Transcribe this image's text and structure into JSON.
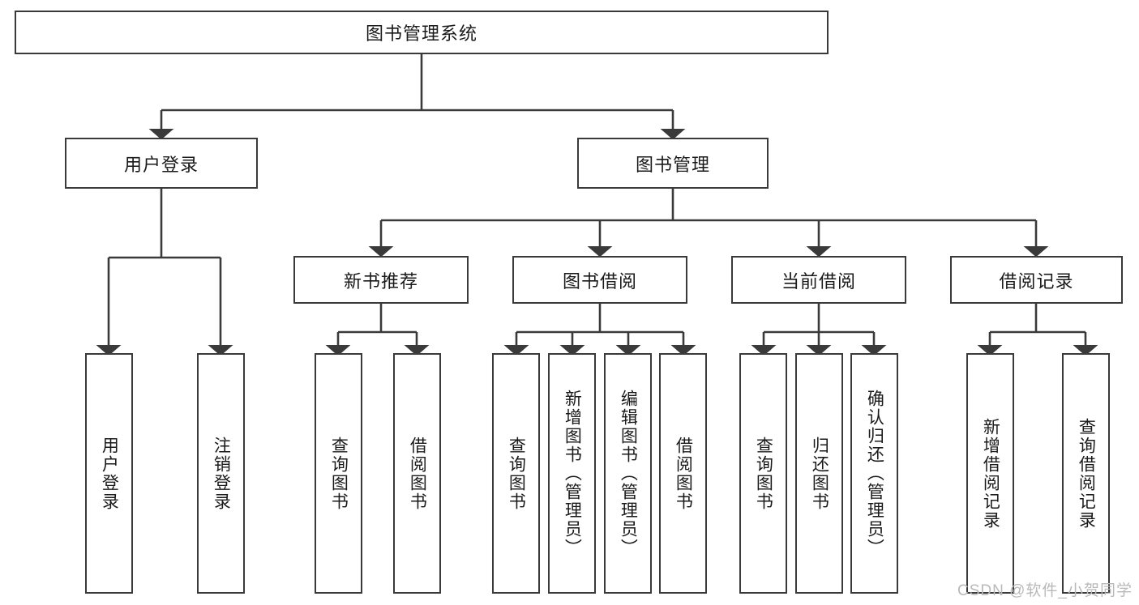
{
  "diagram": {
    "title": "图书管理系统",
    "type": "tree-hierarchy-diagram",
    "root": {
      "label": "图书管理系统"
    },
    "level2": [
      {
        "label": "用户登录"
      },
      {
        "label": "图书管理"
      }
    ],
    "level3": [
      {
        "label": "新书推荐"
      },
      {
        "label": "图书借阅"
      },
      {
        "label": "当前借阅"
      },
      {
        "label": "借阅记录"
      }
    ],
    "leaves": {
      "user_login": [
        {
          "label": "用户登录"
        },
        {
          "label": "注销登录"
        }
      ],
      "new_book_recommend": [
        {
          "label": "查询图书"
        },
        {
          "label": "借阅图书"
        }
      ],
      "book_borrow": [
        {
          "label": "查询图书"
        },
        {
          "label": "新增图书（管理员）"
        },
        {
          "label": "编辑图书（管理员）"
        },
        {
          "label": "借阅图书"
        }
      ],
      "current_borrow": [
        {
          "label": "查询图书"
        },
        {
          "label": "归还图书"
        },
        {
          "label": "确认归还（管理员）"
        }
      ],
      "borrow_record": [
        {
          "label": "新增借阅记录"
        },
        {
          "label": "查询借阅记录"
        }
      ]
    }
  },
  "watermark": {
    "text": "CSDN @软件_小贺同学"
  },
  "colors": {
    "border": "#3a3a3a",
    "background": "#ffffff",
    "text": "#1a1a1a",
    "watermark": "#b9b9b9"
  }
}
